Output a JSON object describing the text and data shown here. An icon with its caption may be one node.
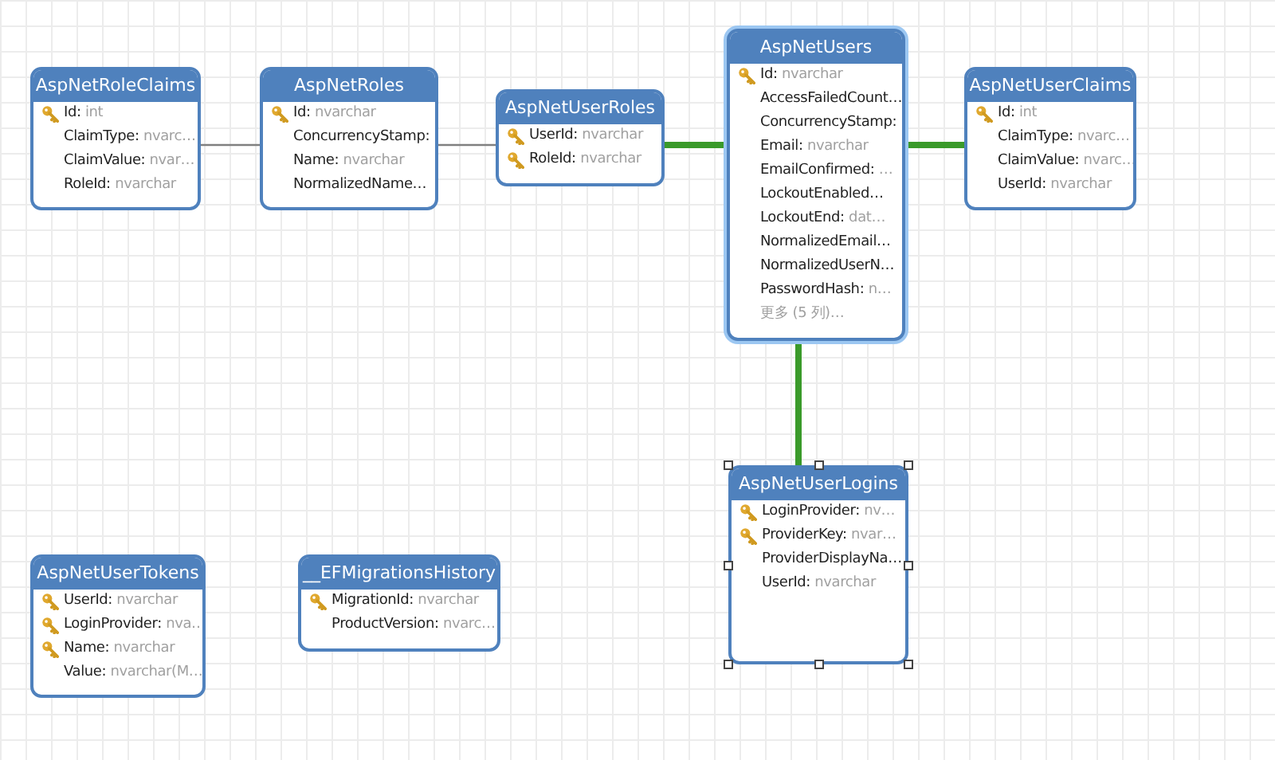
{
  "diagram": {
    "nodes": [
      {
        "text": [
          "AspNetRoleClaims",
          "Id: int",
          "ClaimType: nvarc…",
          "ClaimValue: nvar…",
          "RoleId: nvarchar"
        ]
      },
      {
        "text": [
          "AspNetRoles",
          "Id: nvarchar",
          "ConcurrencyStamp:",
          "Name: nvarchar",
          "NormalizedName…"
        ]
      },
      {
        "text": [
          "AspNetUserRoles",
          "UserId: nvarchar",
          "RoleId: nvarchar"
        ]
      },
      {
        "text": [
          "AspNetUsers",
          "Id: nvarchar",
          "AccessFailedCount…",
          "ConcurrencyStamp:",
          "Email: nvarchar",
          "EmailConfirmed: …",
          "LockoutEnabled…",
          "LockoutEnd: dat…",
          "NormalizedEmail…",
          "NormalizedUserN…",
          "PasswordHash: n…",
          "更多 (5 列)…"
        ]
      },
      {
        "text": [
          "AspNetUserClaims",
          "Id: int",
          "ClaimType: nvarc…",
          "ClaimValue: nvarc…",
          "UserId: nvarchar"
        ]
      },
      {
        "text": [
          "AspNetUserLogins",
          "LoginProvider: nv…",
          "ProviderKey: nvar…",
          "ProviderDisplayNa…",
          "UserId: nvarchar"
        ]
      },
      {
        "text": [
          "AspNetUserTokens",
          "UserId: nvarchar",
          "LoginProvider: nva…",
          "Name: nvarchar",
          "Value: nvarchar(M…"
        ]
      },
      {
        "text": [
          "__EFMigrationsHistory",
          "MigrationId: nvarchar",
          "ProductVersion: nvarc…"
        ]
      }
    ],
    "edges": [
      {
        "from": 0,
        "to": 1,
        "arrow": "none",
        "color": "#808080"
      },
      {
        "from": 1,
        "to": 2,
        "arrow": "none",
        "color": "#808080"
      },
      {
        "from": 2,
        "to": 3,
        "arrow": "none"
      },
      {
        "from": 3,
        "to": 4,
        "arrow": "none"
      },
      {
        "from": 3,
        "to": 5,
        "arrow": "none"
      }
    ]
  }
}
